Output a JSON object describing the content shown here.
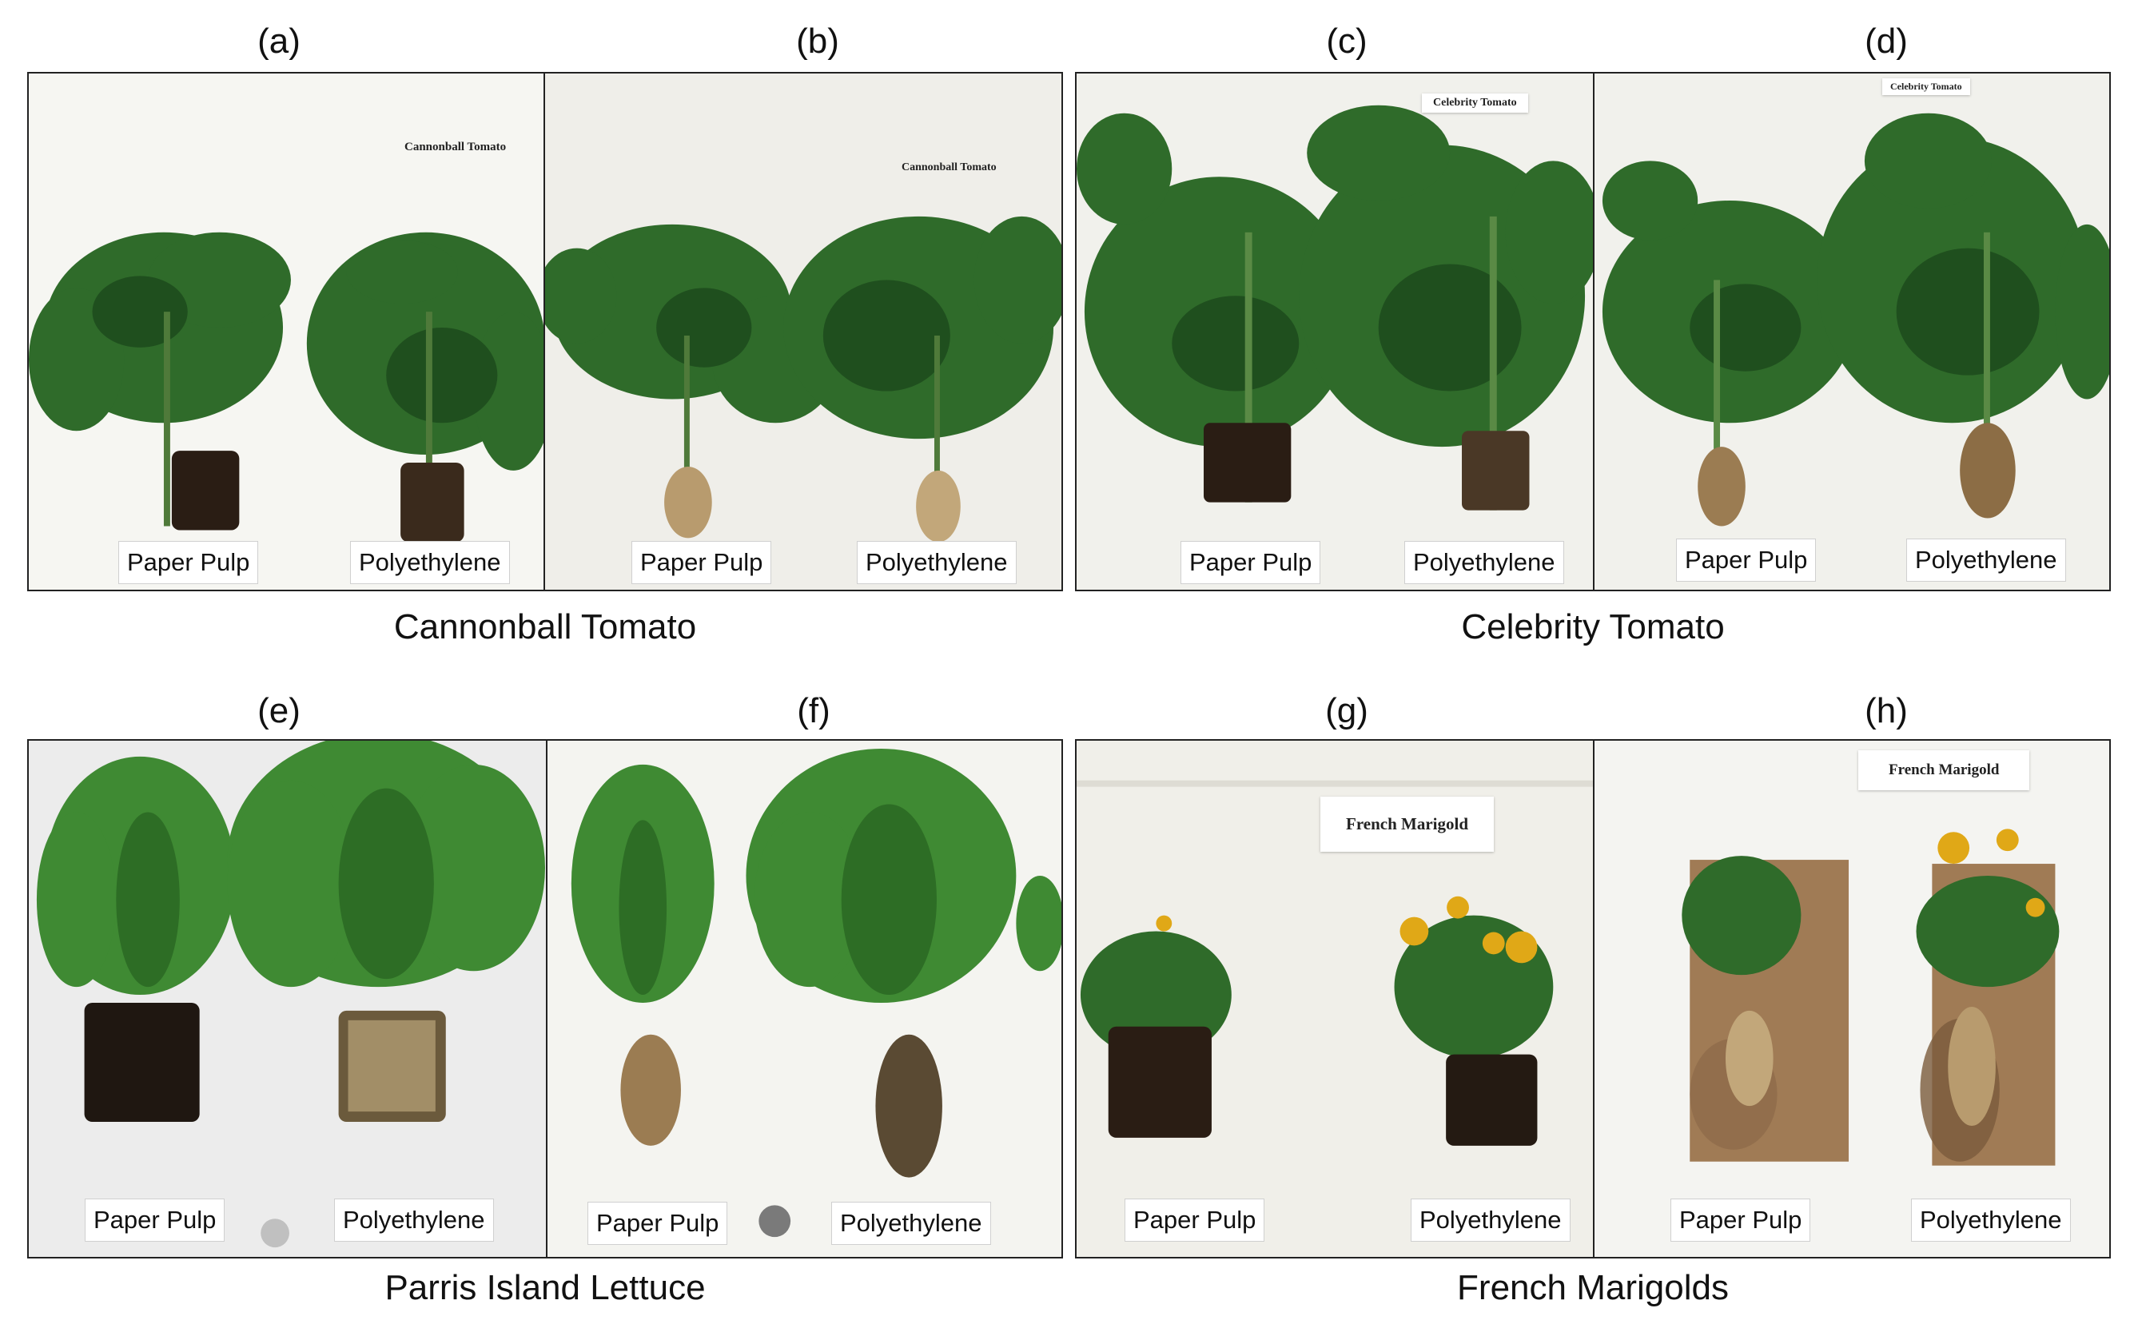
{
  "panels": {
    "a": {
      "letter": "(a)",
      "left_tag": "Paper Pulp",
      "right_tag": "Polyethylene",
      "sign": "Cannonball Tomato"
    },
    "b": {
      "letter": "(b)",
      "left_tag": "Paper Pulp",
      "right_tag": "Polyethylene",
      "sign": "Cannonball Tomato"
    },
    "c": {
      "letter": "(c)",
      "left_tag": "Paper Pulp",
      "right_tag": "Polyethylene",
      "sign": "Celebrity Tomato"
    },
    "d": {
      "letter": "(d)",
      "left_tag": "Paper Pulp",
      "right_tag": "Polyethylene",
      "sign": "Celebrity Tomato"
    },
    "e": {
      "letter": "(e)",
      "left_tag": "Paper Pulp",
      "right_tag": "Polyethylene"
    },
    "f": {
      "letter": "(f)",
      "left_tag": "Paper Pulp",
      "right_tag": "Polyethylene"
    },
    "g": {
      "letter": "(g)",
      "left_tag": "Paper Pulp",
      "right_tag": "Polyethylene",
      "sign": "French Marigold"
    },
    "h": {
      "letter": "(h)",
      "left_tag": "Paper Pulp",
      "right_tag": "Polyethylene",
      "sign": "French Marigold"
    }
  },
  "group_titles": {
    "top_left": "Cannonball Tomato",
    "top_right": "Celebrity Tomato",
    "bottom_left": "Parris Island Lettuce",
    "bottom_right": "French Marigolds"
  },
  "colors": {
    "foliage": "#2f6b2a",
    "foliage_dark": "#1f4f1e",
    "lettuce": "#3f8a33",
    "soil": "#2a1d14",
    "roots": "#b89b6e",
    "marigold": "#e0a817",
    "kraft_paper": "#a07b55",
    "backdrop": "#f3f3ef"
  }
}
